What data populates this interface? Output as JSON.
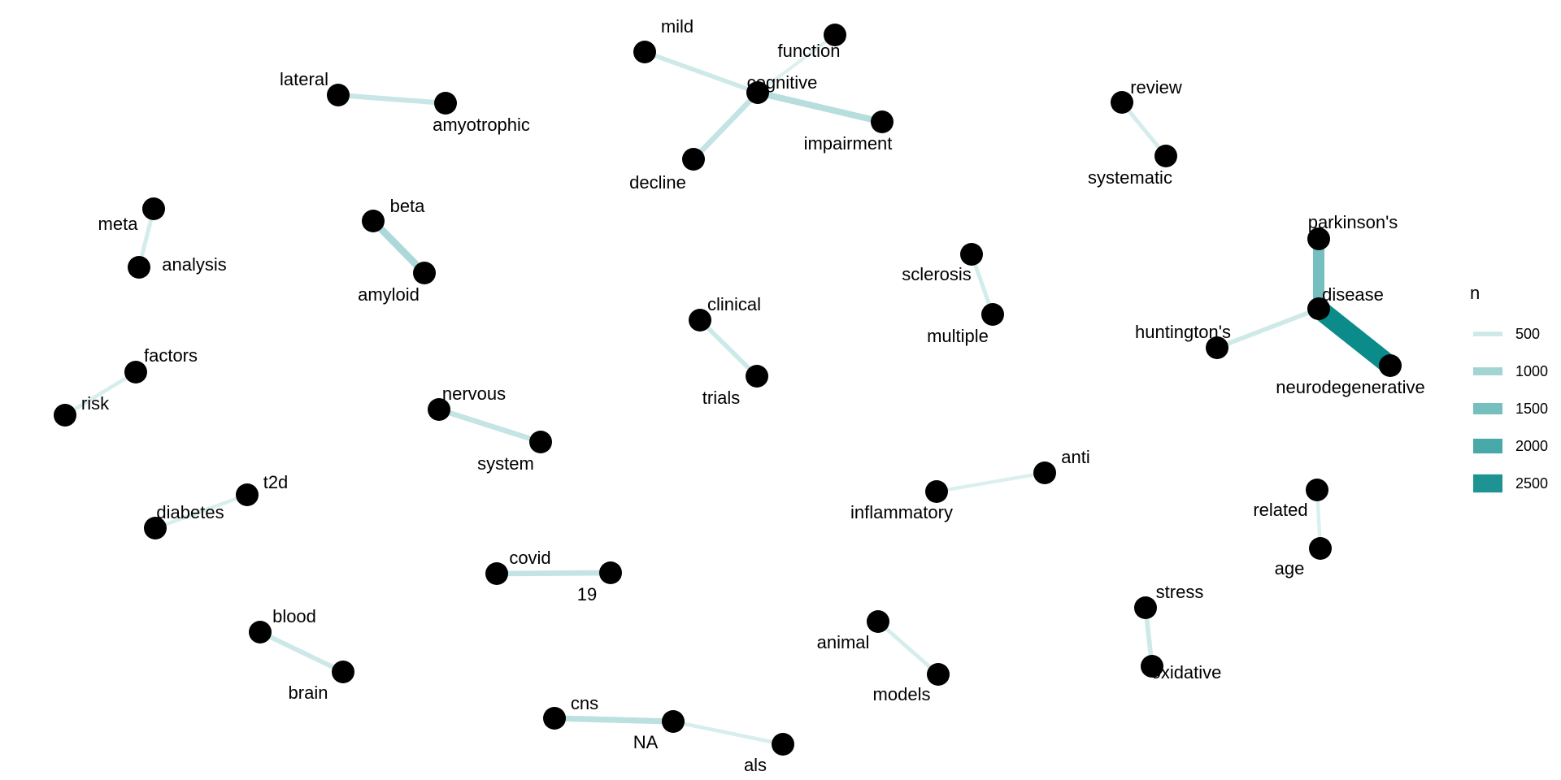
{
  "legend": {
    "title": "n",
    "items": [
      {
        "value": 500,
        "label": "500"
      },
      {
        "value": 1000,
        "label": "1000"
      },
      {
        "value": 1500,
        "label": "1500"
      },
      {
        "value": 2000,
        "label": "2000"
      },
      {
        "value": 2500,
        "label": "2500"
      }
    ]
  },
  "colors": {
    "node": "#000000",
    "edge_low": "#dff1f1",
    "edge_high": "#0b8c8a"
  },
  "graph": {
    "nodes": [
      {
        "id": "lateral",
        "label": "lateral"
      },
      {
        "id": "amyotrophic",
        "label": "amyotrophic"
      },
      {
        "id": "mild",
        "label": "mild"
      },
      {
        "id": "function",
        "label": "function"
      },
      {
        "id": "cognitive",
        "label": "cognitive"
      },
      {
        "id": "impairment",
        "label": "impairment"
      },
      {
        "id": "decline",
        "label": "decline"
      },
      {
        "id": "review",
        "label": "review"
      },
      {
        "id": "systematic",
        "label": "systematic"
      },
      {
        "id": "meta",
        "label": "meta"
      },
      {
        "id": "analysis",
        "label": "analysis"
      },
      {
        "id": "beta",
        "label": "beta"
      },
      {
        "id": "amyloid",
        "label": "amyloid"
      },
      {
        "id": "parkinsons",
        "label": "parkinson's"
      },
      {
        "id": "disease",
        "label": "disease"
      },
      {
        "id": "huntingtons",
        "label": "huntington's"
      },
      {
        "id": "neurodegenerative",
        "label": "neurodegenerative"
      },
      {
        "id": "sclerosis",
        "label": "sclerosis"
      },
      {
        "id": "multiple",
        "label": "multiple"
      },
      {
        "id": "clinical",
        "label": "clinical"
      },
      {
        "id": "trials",
        "label": "trials"
      },
      {
        "id": "factors",
        "label": "factors"
      },
      {
        "id": "risk",
        "label": "risk"
      },
      {
        "id": "nervous",
        "label": "nervous"
      },
      {
        "id": "system",
        "label": "system"
      },
      {
        "id": "t2d",
        "label": "t2d"
      },
      {
        "id": "diabetes",
        "label": "diabetes"
      },
      {
        "id": "anti",
        "label": "anti"
      },
      {
        "id": "inflammatory",
        "label": "inflammatory"
      },
      {
        "id": "related",
        "label": "related"
      },
      {
        "id": "age",
        "label": "age"
      },
      {
        "id": "covid",
        "label": "covid"
      },
      {
        "id": "n19",
        "label": "19"
      },
      {
        "id": "blood",
        "label": "blood"
      },
      {
        "id": "brain",
        "label": "brain"
      },
      {
        "id": "stress",
        "label": "stress"
      },
      {
        "id": "oxidative",
        "label": "oxidative"
      },
      {
        "id": "animal",
        "label": "animal"
      },
      {
        "id": "models",
        "label": "models"
      },
      {
        "id": "cns",
        "label": "cns"
      },
      {
        "id": "na",
        "label": "NA"
      },
      {
        "id": "als",
        "label": "als"
      }
    ],
    "edges": [
      {
        "from": "lateral",
        "to": "amyotrophic",
        "n": 560
      },
      {
        "from": "mild",
        "to": "cognitive",
        "n": 480
      },
      {
        "from": "function",
        "to": "cognitive",
        "n": 320
      },
      {
        "from": "cognitive",
        "to": "impairment",
        "n": 760
      },
      {
        "from": "cognitive",
        "to": "decline",
        "n": 620
      },
      {
        "from": "review",
        "to": "systematic",
        "n": 420
      },
      {
        "from": "meta",
        "to": "analysis",
        "n": 420
      },
      {
        "from": "beta",
        "to": "amyloid",
        "n": 880
      },
      {
        "from": "parkinsons",
        "to": "disease",
        "n": 1500
      },
      {
        "from": "huntingtons",
        "to": "disease",
        "n": 480
      },
      {
        "from": "disease",
        "to": "neurodegenerative",
        "n": 2700
      },
      {
        "from": "sclerosis",
        "to": "multiple",
        "n": 420
      },
      {
        "from": "clinical",
        "to": "trials",
        "n": 500
      },
      {
        "from": "factors",
        "to": "risk",
        "n": 380
      },
      {
        "from": "nervous",
        "to": "system",
        "n": 600
      },
      {
        "from": "t2d",
        "to": "diabetes",
        "n": 360
      },
      {
        "from": "anti",
        "to": "inflammatory",
        "n": 340
      },
      {
        "from": "related",
        "to": "age",
        "n": 350
      },
      {
        "from": "covid",
        "to": "n19",
        "n": 620
      },
      {
        "from": "blood",
        "to": "brain",
        "n": 520
      },
      {
        "from": "stress",
        "to": "oxidative",
        "n": 500
      },
      {
        "from": "animal",
        "to": "models",
        "n": 400
      },
      {
        "from": "cns",
        "to": "na",
        "n": 700
      },
      {
        "from": "na",
        "to": "als",
        "n": 380
      }
    ]
  }
}
